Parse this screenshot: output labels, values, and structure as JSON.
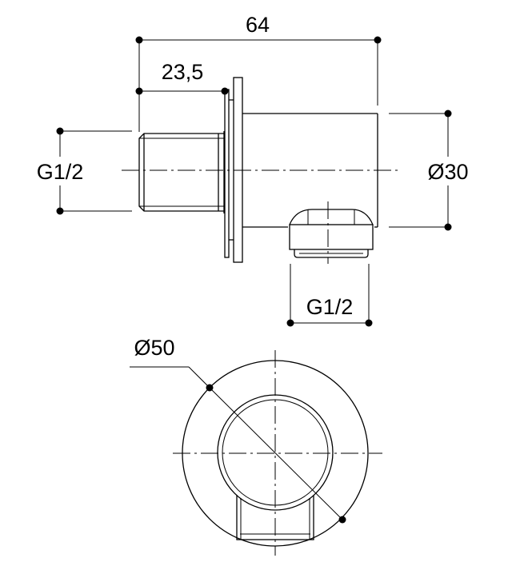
{
  "dimensions": {
    "overall_length": "64",
    "thread_length": "23,5",
    "inlet_thread": "G1/2",
    "body_diameter": "Ø30",
    "outlet_thread": "G1/2",
    "flange_diameter": "Ø50"
  }
}
